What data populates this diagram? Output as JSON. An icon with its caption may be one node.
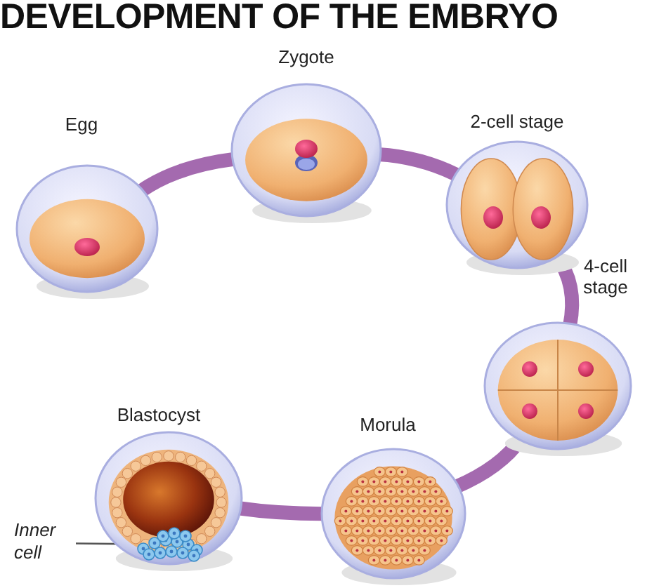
{
  "diagram": {
    "title": "DEVELOPMENT OF THE EMBRYO",
    "nodes": [
      {
        "text": [
          "Egg"
        ]
      },
      {
        "text": [
          "Zygote"
        ]
      },
      {
        "text": [
          "2-cell stage"
        ]
      },
      {
        "text": [
          "4-cell stage"
        ]
      },
      {
        "text": [
          "Morula"
        ]
      },
      {
        "text": [
          "Blastocyst"
        ]
      },
      {
        "text": [],
        "shape": "picture",
        "in": 5
      },
      {
        "text": [
          "Inner cell"
        ]
      }
    ],
    "edges": [
      {
        "from": 0,
        "to": 1,
        "arrow": "none"
      },
      {
        "from": 1,
        "to": 2,
        "arrow": "none"
      },
      {
        "from": 2,
        "to": 3,
        "arrow": "none"
      },
      {
        "from": 3,
        "to": 4,
        "arrow": "none"
      },
      {
        "from": 4,
        "to": 5,
        "arrow": "none"
      },
      {
        "from": 7,
        "to": 6,
        "arrow": "none",
        "color": "#555555"
      }
    ]
  }
}
